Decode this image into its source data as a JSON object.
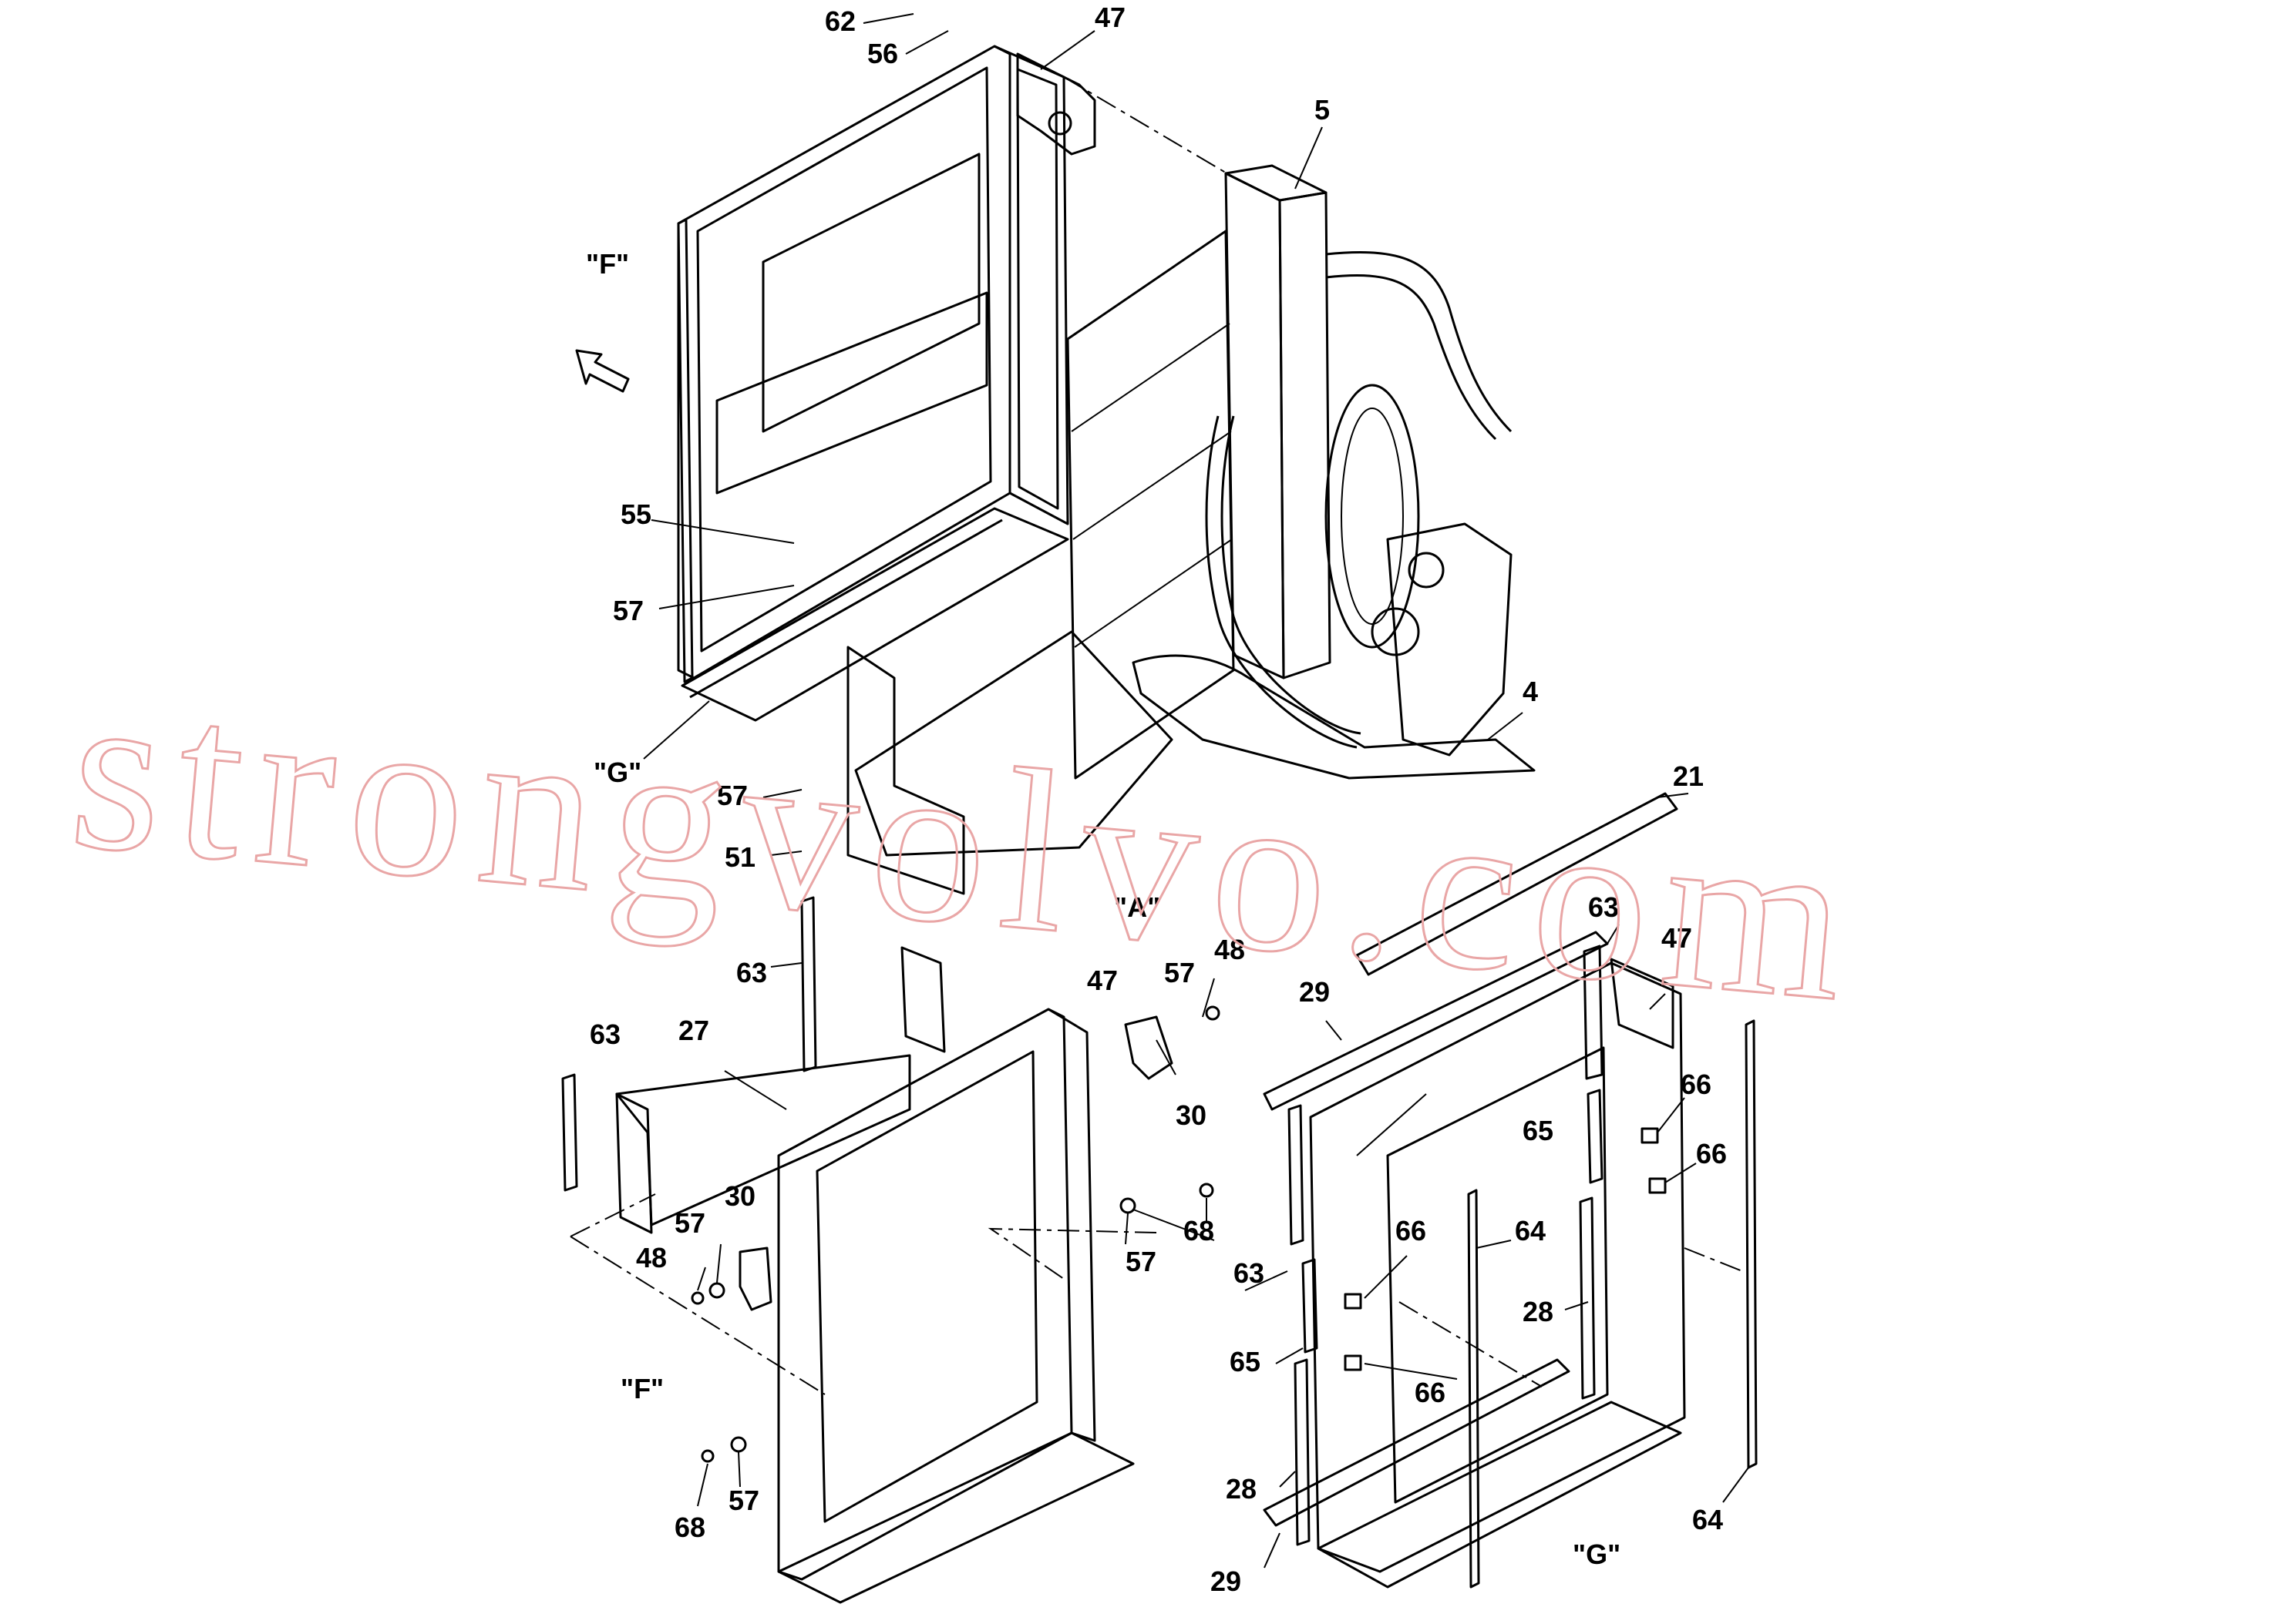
{
  "labels": {
    "top": [
      "62",
      "56",
      "47",
      "5",
      "55",
      "57",
      "57",
      "51",
      "4",
      "21"
    ],
    "view_refs": {
      "F_top": "\"F\"",
      "G_top": "\"G\"",
      "A_mid": "\"A\"",
      "F_bottom": "\"F\"",
      "G_bottom": "\"G\""
    },
    "left_detail": [
      "63",
      "63",
      "27",
      "47",
      "57",
      "48",
      "30",
      "30",
      "57",
      "48",
      "68",
      "57",
      "68",
      "57"
    ],
    "right_detail": [
      "63",
      "47",
      "29",
      "66",
      "65",
      "66",
      "66",
      "64",
      "63",
      "28",
      "65",
      "66",
      "28",
      "29",
      "64"
    ]
  },
  "watermark": "strongvolvo.com",
  "colors": {
    "line": "#000000",
    "watermark": "#e9a6a6",
    "background": "#ffffff"
  }
}
